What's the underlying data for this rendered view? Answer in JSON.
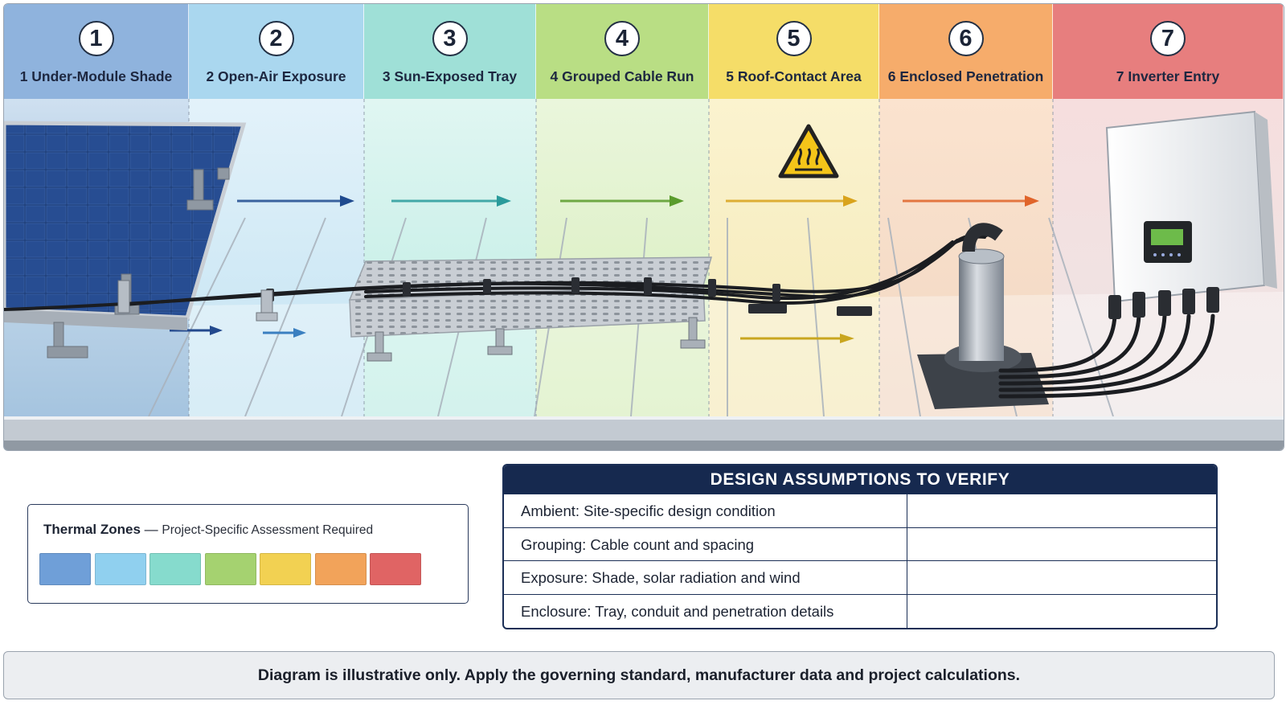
{
  "zones": [
    {
      "number": "1",
      "label": "1  Under-Module Shade",
      "color": "#8fb3dd"
    },
    {
      "number": "2",
      "label": "2  Open-Air Exposure",
      "color": "#aad7ef"
    },
    {
      "number": "3",
      "label": "3  Sun-Exposed Tray",
      "color": "#9fe0d7"
    },
    {
      "number": "4",
      "label": "4  Grouped Cable Run",
      "color": "#b9de84"
    },
    {
      "number": "5",
      "label": "5  Roof-Contact Area",
      "color": "#f5dd68"
    },
    {
      "number": "6",
      "label": "6  Enclosed Penetration",
      "color": "#f6ac6b"
    },
    {
      "number": "7",
      "label": "7  Inverter Entry",
      "color": "#e77e7e"
    }
  ],
  "scene_icons": [
    "solar-panel",
    "cable-run",
    "cable-tray",
    "warning-hot-surface-icon",
    "roof-penetration",
    "inverter"
  ],
  "legend": {
    "title": "Thermal Zones",
    "dash": "—",
    "subtitle": "Project-Specific Assessment Required",
    "swatches": [
      "#6f9fd8",
      "#90d0ef",
      "#86dbcd",
      "#a5d270",
      "#f2d152",
      "#f2a35a",
      "#e06464"
    ]
  },
  "assumptions": {
    "title": "DESIGN ASSUMPTIONS TO VERIFY",
    "rows": [
      "Ambient: Site-specific design condition",
      "Grouping: Cable count and spacing",
      "Exposure: Shade, solar radiation and wind",
      "Enclosure: Tray, conduit and penetration details"
    ]
  },
  "footer": "Diagram is illustrative only. Apply the governing standard, manufacturer data and project calculations."
}
